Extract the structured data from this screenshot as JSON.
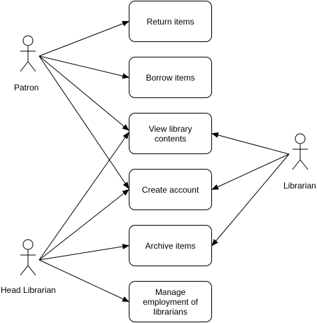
{
  "diagram": {
    "use_cases": [
      {
        "id": "return",
        "label": "Return items"
      },
      {
        "id": "borrow",
        "label": "Borrow items"
      },
      {
        "id": "view",
        "label": "View library contents"
      },
      {
        "id": "create",
        "label": "Create account"
      },
      {
        "id": "archive",
        "label": "Archive items"
      },
      {
        "id": "manage",
        "label": "Manage employment of librarians"
      }
    ],
    "actors": [
      {
        "id": "patron",
        "label": "Patron"
      },
      {
        "id": "librarian",
        "label": "Librarian"
      },
      {
        "id": "head",
        "label": "Head Librarian"
      }
    ],
    "associations": [
      {
        "from": "patron",
        "to": "return"
      },
      {
        "from": "patron",
        "to": "borrow"
      },
      {
        "from": "patron",
        "to": "view"
      },
      {
        "from": "patron",
        "to": "create"
      },
      {
        "from": "librarian",
        "to": "view"
      },
      {
        "from": "librarian",
        "to": "create"
      },
      {
        "from": "librarian",
        "to": "archive"
      },
      {
        "from": "head",
        "to": "view"
      },
      {
        "from": "head",
        "to": "create"
      },
      {
        "from": "head",
        "to": "archive"
      },
      {
        "from": "head",
        "to": "manage"
      }
    ]
  }
}
